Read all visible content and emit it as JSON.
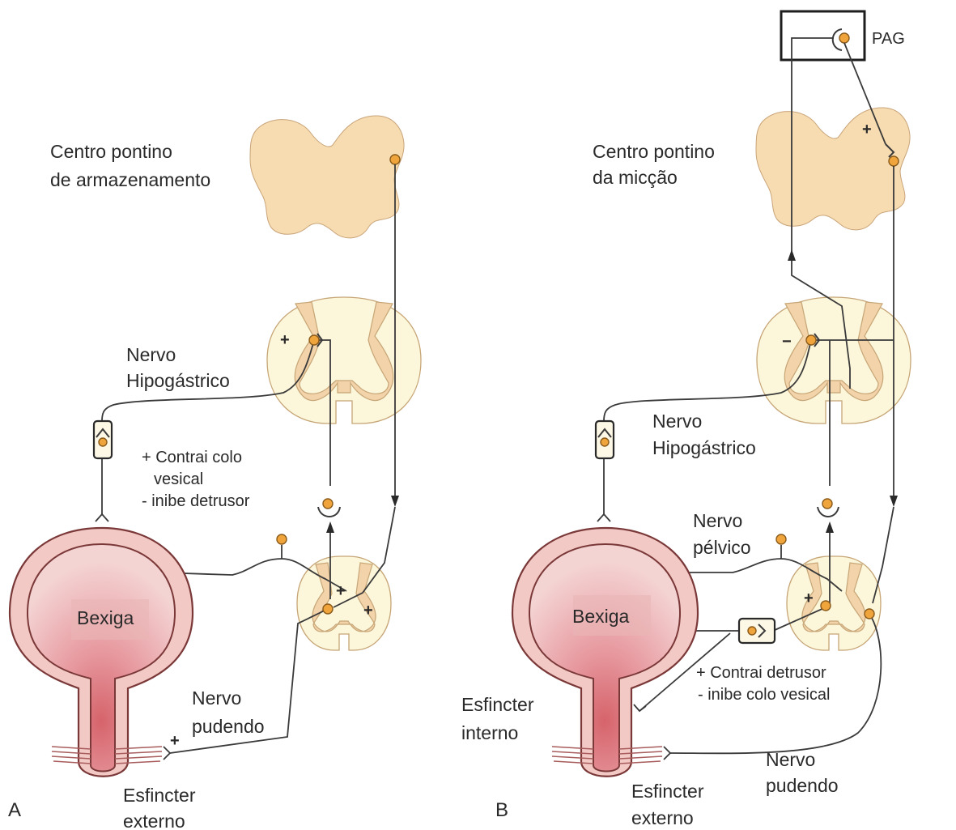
{
  "panel_a": {
    "letter": "A",
    "center_line1": "Centro pontino",
    "center_line2": "de armazenamento",
    "nerve_hypo_line1": "Nervo",
    "nerve_hypo_line2": "Hipogástrico",
    "effect_line1": "+ Contrai colo",
    "effect_line2": "vesical",
    "effect_line3": "- inibe detrusor",
    "bladder": "Bexiga",
    "pudendal_line1": "Nervo",
    "pudendal_line2": "pudendo",
    "sphincter_line1": "Esfincter",
    "sphincter_line2": "externo",
    "signs": [
      "+",
      "+",
      "+",
      "+"
    ]
  },
  "panel_b": {
    "letter": "B",
    "pag": "PAG",
    "center_line1": "Centro pontino",
    "center_line2": "da micção",
    "nerve_hypo_line1": "Nervo",
    "nerve_hypo_line2": "Hipogástrico",
    "pelvic_line1": "Nervo",
    "pelvic_line2": "pélvico",
    "bladder": "Bexiga",
    "effect_line1": "+ Contrai detrusor",
    "effect_line2": "- inibe colo vesical",
    "int_sphincter_line1": "Esfincter",
    "int_sphincter_line2": "interno",
    "pudendal_line1": "Nervo",
    "pudendal_line2": "pudendo",
    "ext_sphincter_line1": "Esfincter",
    "ext_sphincter_line2": "externo",
    "sign_plus": "+",
    "sign_minus": "−",
    "sign_plus_lower": "+"
  }
}
